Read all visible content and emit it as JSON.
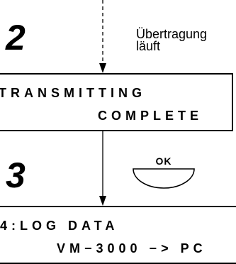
{
  "steps": {
    "step2": {
      "number": "2",
      "caption_line1": "Übertragung",
      "caption_line2": "läuft"
    },
    "step3": {
      "number": "3",
      "button_label": "OK"
    }
  },
  "displays": {
    "display1": {
      "line1": "TRANSMITTING",
      "line2": "COMPLETE"
    },
    "display2": {
      "line1": "4:LOG DATA",
      "line2": "VM−3000 −> PC"
    }
  }
}
